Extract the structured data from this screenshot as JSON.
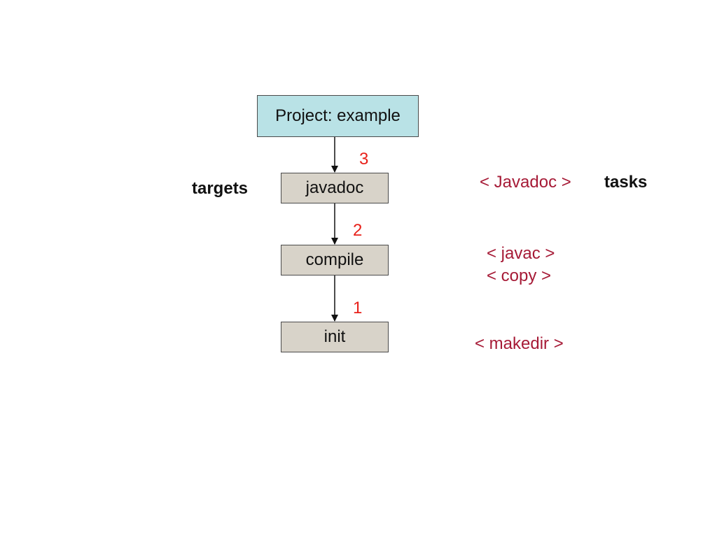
{
  "diagram": {
    "project_label": "Project: example",
    "targets_heading": "targets",
    "tasks_heading": "tasks",
    "targets": [
      {
        "label": "javadoc",
        "order": "3"
      },
      {
        "label": "compile",
        "order": "2"
      },
      {
        "label": "init",
        "order": "1"
      }
    ],
    "tasks": {
      "javadoc": "< Javadoc >",
      "javac": "< javac >",
      "copy": "< copy >",
      "makedir": "< makedir >"
    }
  },
  "colors": {
    "project_fill": "#b9e2e6",
    "target_fill": "#d8d3c9",
    "order_number": "#e8211a",
    "task_text": "#a61a36",
    "arrow": "#111111"
  }
}
